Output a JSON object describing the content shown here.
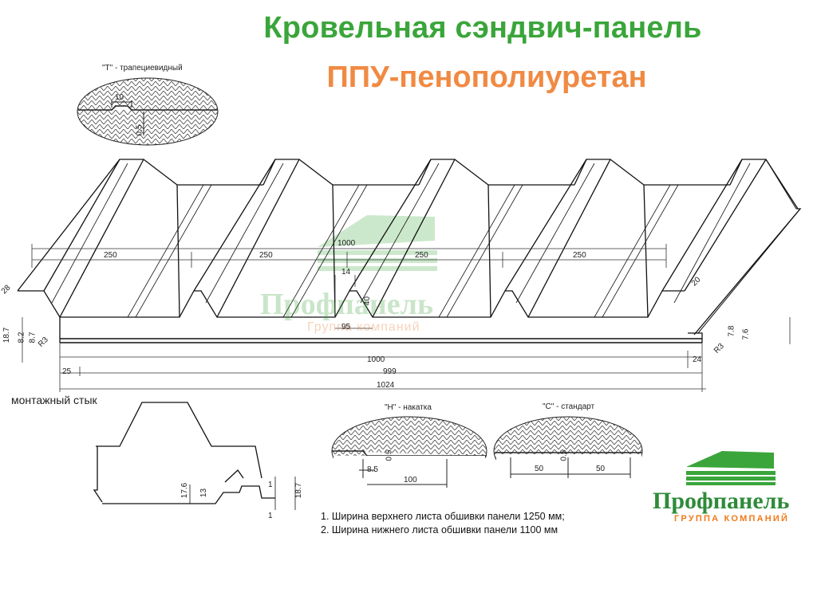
{
  "title": "Кровельная сэндвич-панель",
  "subtitle": "ППУ-пенополиуретан",
  "details": {
    "t_label": "\"Т\" - трапециевидный",
    "t_dim_10": "10",
    "t_dim_05": "0.5",
    "h_label": "\"Н\" - накатка",
    "h_dim_85": "8.5",
    "h_dim_100": "100",
    "h_dim_05": "0.5",
    "c_label": "\"С\" - стандарт",
    "c_dim_50a": "50",
    "c_dim_50b": "50",
    "c_dim_05": "0.5"
  },
  "panel": {
    "dim_1000_top": "1000",
    "dim_250": "250",
    "dim_40": "40",
    "dim_95": "95",
    "dim_14": "14",
    "dim_20": "20",
    "dim_28": "28",
    "dim_187": "18.7",
    "dim_82": "8.2",
    "dim_87": "8.7",
    "dim_r3": "R3",
    "dim_78": "7.8",
    "dim_76": "7.6",
    "dim_1000_bottom": "1000",
    "dim_25": "25",
    "dim_24": "24",
    "dim_999": "999",
    "dim_1024": "1024"
  },
  "joint": {
    "label": "монтажный стык",
    "dim_176": "17.6",
    "dim_13": "13",
    "dim_187": "18.7",
    "dim_1": "1"
  },
  "notes": [
    "1.  Ширина верхнего листа обшивки панели 1250 мм;",
    "2.  Ширина нижнего листа обшивки панели 1100 мм"
  ],
  "watermark": {
    "name": "Профпанель",
    "sub": "Группа компаний"
  },
  "logo": {
    "name": "Профпанель",
    "sub": "ГРУППА КОМПАНИЙ"
  },
  "colors": {
    "title": "#3aa53a",
    "subtitle": "#f08a43",
    "logo_green": "#2e8b3a",
    "logo_orange": "#f07a1a"
  }
}
